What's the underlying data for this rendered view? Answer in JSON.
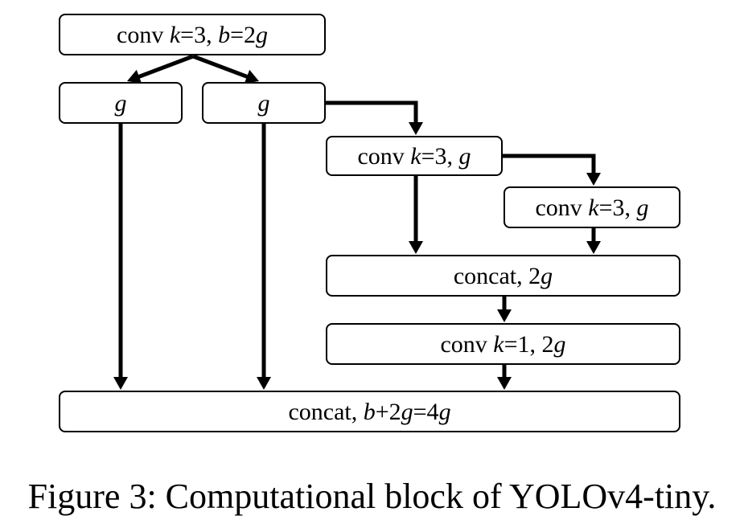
{
  "diagram": {
    "nodes": [
      {
        "id": "conv_top",
        "parts": [
          {
            "t": "conv "
          },
          {
            "t": "k",
            "i": true
          },
          {
            "t": "=3, "
          },
          {
            "t": "b",
            "i": true
          },
          {
            "t": "=2"
          },
          {
            "t": "g",
            "i": true
          }
        ]
      },
      {
        "id": "split_left",
        "parts": [
          {
            "t": "g",
            "i": true
          }
        ]
      },
      {
        "id": "split_right",
        "parts": [
          {
            "t": "g",
            "i": true
          }
        ]
      },
      {
        "id": "conv_mid1",
        "parts": [
          {
            "t": "conv "
          },
          {
            "t": "k",
            "i": true
          },
          {
            "t": "=3, "
          },
          {
            "t": "g",
            "i": true
          }
        ]
      },
      {
        "id": "conv_mid2",
        "parts": [
          {
            "t": "conv "
          },
          {
            "t": "k",
            "i": true
          },
          {
            "t": "=3, "
          },
          {
            "t": "g",
            "i": true
          }
        ]
      },
      {
        "id": "concat_mid",
        "parts": [
          {
            "t": "concat, 2"
          },
          {
            "t": "g",
            "i": true
          }
        ]
      },
      {
        "id": "conv_k1",
        "parts": [
          {
            "t": "conv "
          },
          {
            "t": "k",
            "i": true
          },
          {
            "t": "=1, 2"
          },
          {
            "t": "g",
            "i": true
          }
        ]
      },
      {
        "id": "concat_out",
        "parts": [
          {
            "t": "concat, "
          },
          {
            "t": "b",
            "i": true
          },
          {
            "t": "+2"
          },
          {
            "t": "g",
            "i": true
          },
          {
            "t": "=4"
          },
          {
            "t": "g",
            "i": true
          }
        ]
      }
    ],
    "edges": [
      {
        "from": "conv_top",
        "to": "split_left"
      },
      {
        "from": "conv_top",
        "to": "split_right"
      },
      {
        "from": "split_right",
        "to": "conv_mid1"
      },
      {
        "from": "conv_mid1",
        "to": "conv_mid2"
      },
      {
        "from": "conv_mid1",
        "to": "concat_mid"
      },
      {
        "from": "conv_mid2",
        "to": "concat_mid"
      },
      {
        "from": "concat_mid",
        "to": "conv_k1"
      },
      {
        "from": "split_left",
        "to": "concat_out"
      },
      {
        "from": "split_right",
        "to": "concat_out"
      },
      {
        "from": "conv_k1",
        "to": "concat_out"
      }
    ]
  },
  "caption": "Figure 3: Computational block of YOLOv4-tiny."
}
